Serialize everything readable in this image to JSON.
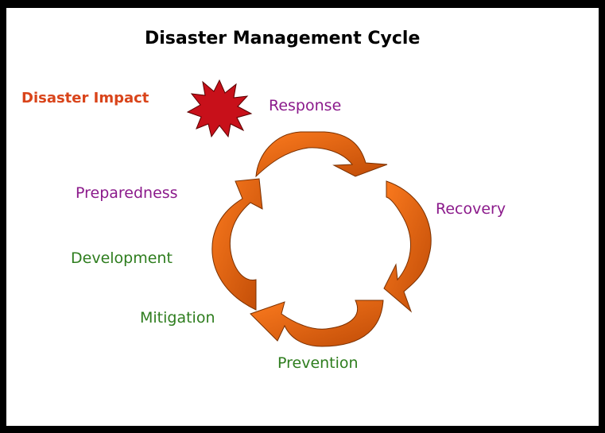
{
  "title": "Disaster Management Cycle",
  "impact": {
    "label": "Disaster Impact",
    "color": "#d9441a",
    "icon": "starburst-icon"
  },
  "phases": [
    {
      "key": "response",
      "label": "Response",
      "group": "post-disaster"
    },
    {
      "key": "recovery",
      "label": "Recovery",
      "group": "post-disaster"
    },
    {
      "key": "prevention",
      "label": "Prevention",
      "group": "pre-disaster"
    },
    {
      "key": "mitigation",
      "label": "Mitigation",
      "group": "pre-disaster"
    },
    {
      "key": "development",
      "label": "Development",
      "group": "pre-disaster"
    },
    {
      "key": "preparedness",
      "label": "Preparedness",
      "group": "post-disaster"
    }
  ],
  "colors": {
    "post_disaster_text": "#8b1a8b",
    "pre_disaster_text": "#2e7d1e",
    "arrow_light": "#fb7a1e",
    "arrow_dark": "#c04c07",
    "arrow_stroke": "#7a3000",
    "star_fill": "#c8101a",
    "star_stroke": "#5a0000"
  }
}
